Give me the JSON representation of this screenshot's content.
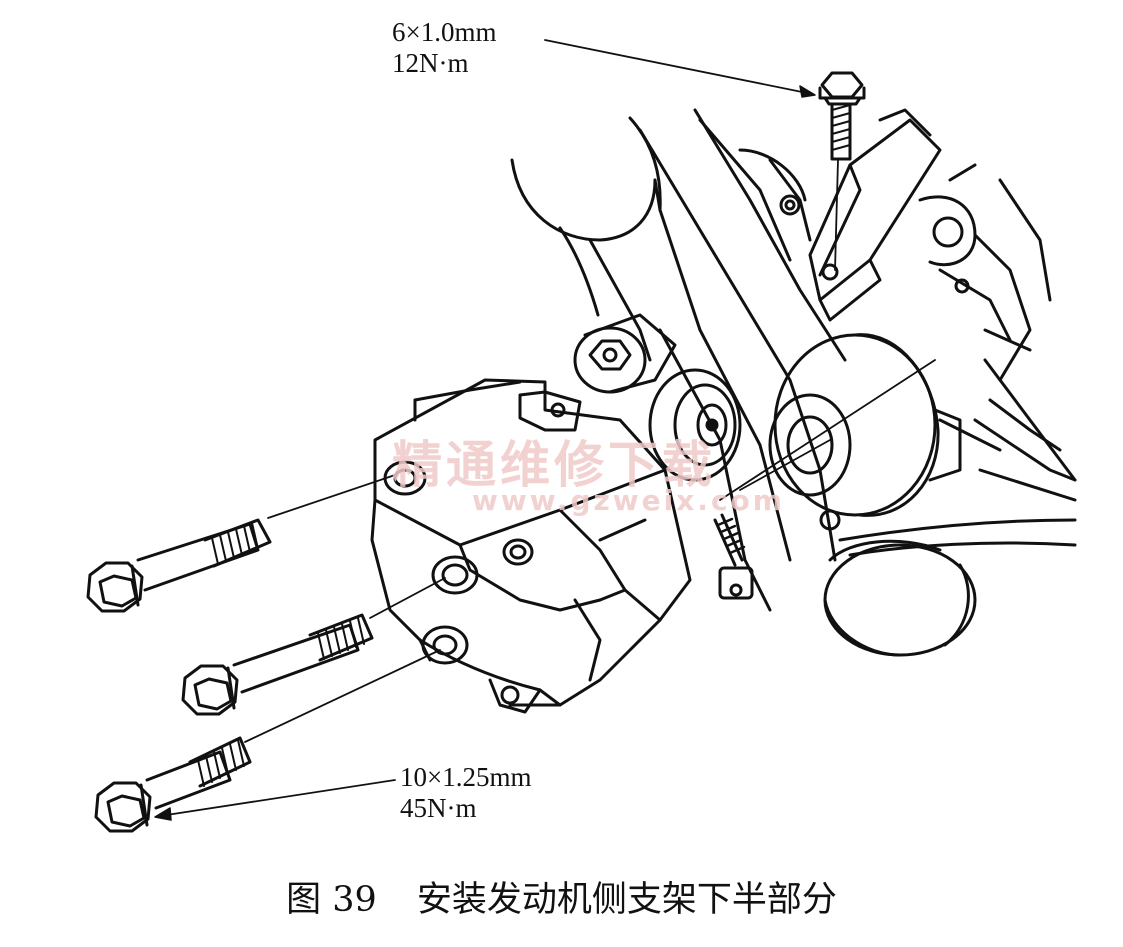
{
  "callouts": {
    "top": {
      "size": "6×1.0mm",
      "torque": "12N·m"
    },
    "bottom": {
      "size": "10×1.25mm",
      "torque": "45N·m"
    }
  },
  "watermark": {
    "chinese": "精通维修下载",
    "url": "www.gzweix.com"
  },
  "caption": {
    "figure_no": "图 39",
    "title": "安装发动机侧支架下半部分"
  },
  "colors": {
    "line": "#111111",
    "watermark": "#f0c9c9",
    "background": "#ffffff"
  }
}
